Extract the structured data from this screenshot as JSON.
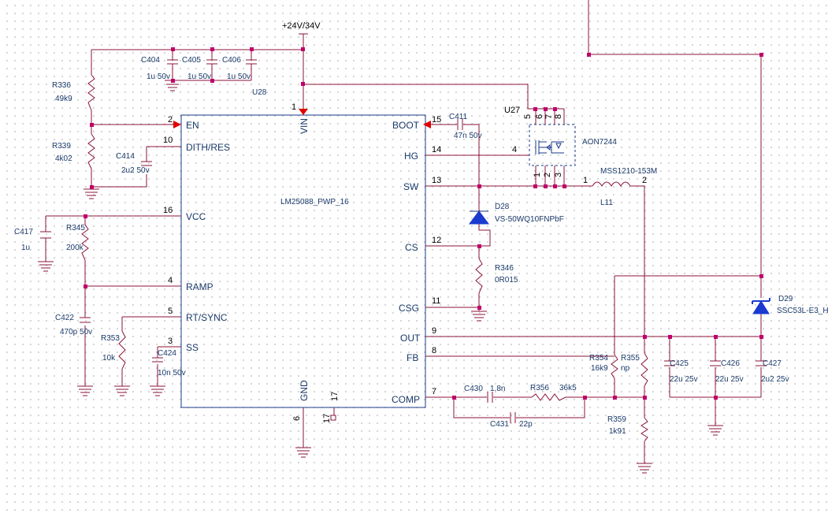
{
  "supply": {
    "net": "+24V/34V"
  },
  "ic": {
    "ref": "U28",
    "part": "LM25088_PWP_16",
    "pins": {
      "vin": {
        "num": "1",
        "name": "VIN"
      },
      "en": {
        "num": "2",
        "name": "EN"
      },
      "dith": {
        "num": "10",
        "name": "DITH/RES"
      },
      "vcc": {
        "num": "16",
        "name": "VCC"
      },
      "ramp": {
        "num": "4",
        "name": "RAMP"
      },
      "rt": {
        "num": "5",
        "name": "RT/SYNC"
      },
      "ss": {
        "num": "3",
        "name": "SS"
      },
      "gnd": {
        "num": "6",
        "name": "GND"
      },
      "p17": {
        "num": "17",
        "name": "17"
      },
      "boot": {
        "num": "15",
        "name": "BOOT"
      },
      "hg": {
        "num": "14",
        "name": "HG"
      },
      "sw": {
        "num": "13",
        "name": "SW"
      },
      "cs": {
        "num": "12",
        "name": "CS"
      },
      "csg": {
        "num": "11",
        "name": "CSG"
      },
      "out": {
        "num": "9",
        "name": "OUT"
      },
      "fb": {
        "num": "8",
        "name": "FB"
      },
      "comp": {
        "num": "7",
        "name": "COMP"
      }
    }
  },
  "mosfet": {
    "ref": "U27",
    "part": "AON7244",
    "pins": {
      "p5": "5",
      "p6": "6",
      "p7": "7",
      "p8": "8",
      "p4": "4",
      "p1": "1",
      "p2": "2",
      "p3": "3"
    }
  },
  "inductor": {
    "ref": "L11",
    "value": "MSS1210-153M",
    "pin1": "1",
    "pin2": "2"
  },
  "diodes": {
    "d28": {
      "ref": "D28",
      "value": "VS-50WQ10FNPbF"
    },
    "d29": {
      "ref": "D29",
      "value": "SSC53L-E3_H"
    }
  },
  "resistors": {
    "r336": {
      "ref": "R336",
      "value": "49k9"
    },
    "r339": {
      "ref": "R339",
      "value": "4k02"
    },
    "r345": {
      "ref": "R345",
      "value": "200k"
    },
    "r353": {
      "ref": "R353",
      "value": "10k"
    },
    "r346": {
      "ref": "R346",
      "value": "0R015"
    },
    "r354": {
      "ref": "R354",
      "value": "16k9"
    },
    "r355": {
      "ref": "R355",
      "value": "np"
    },
    "r359": {
      "ref": "R359",
      "value": "1k91"
    },
    "r356": {
      "ref": "R356",
      "value": "36k5"
    }
  },
  "capacitors": {
    "c404": {
      "ref": "C404",
      "value": "1u 50v"
    },
    "c405": {
      "ref": "C405",
      "value": "1u 50v"
    },
    "c406": {
      "ref": "C406",
      "value": "1u 50v"
    },
    "c414": {
      "ref": "C414",
      "value": "2u2 50v"
    },
    "c417": {
      "ref": "C417",
      "value": "1u"
    },
    "c422": {
      "ref": "C422",
      "value": "470p 50v"
    },
    "c424": {
      "ref": "C424",
      "value": "10n 50v"
    },
    "c411": {
      "ref": "C411",
      "value": "47n 50v"
    },
    "c430": {
      "ref": "C430",
      "value": "1.8n"
    },
    "c431": {
      "ref": "C431",
      "value": "22p"
    },
    "c425": {
      "ref": "C425",
      "value": "22u 25v"
    },
    "c426": {
      "ref": "C426",
      "value": "22u 25v"
    },
    "c427": {
      "ref": "C427",
      "value": "2u2 25v"
    }
  },
  "colors": {
    "wire": "#8b1538",
    "ic_outline": "#1a3a8a",
    "label_text": "#1a3a6a",
    "junction": "#c0006a",
    "diode": "#1a3ad0",
    "supply_arrow": "#e00000",
    "grid_dot": "#c8c8c8"
  }
}
